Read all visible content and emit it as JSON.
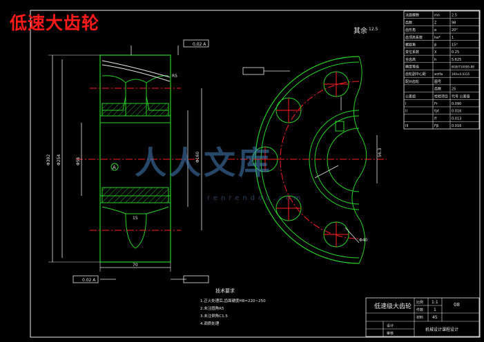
{
  "title": "低速大齿轮",
  "surface_finish_label": "其余",
  "surface_finish_value": "12.5",
  "params_table": [
    [
      "法面模数",
      "mn",
      "2.5"
    ],
    [
      "齿数",
      "Z",
      "98"
    ],
    [
      "齿形角",
      "α",
      "20°"
    ],
    [
      "齿顶高系数",
      "ha*",
      "1"
    ],
    [
      "螺旋角",
      "β",
      "15°"
    ],
    [
      "变位系数",
      "X",
      "0.25"
    ],
    [
      "全齿高",
      "h",
      "5.625"
    ],
    [
      "精度等级",
      "",
      "8GB/T10095-88"
    ],
    [
      "齿轮副中心距",
      "a±fa",
      "160±0.0315"
    ],
    [
      "配对齿轮",
      "图号",
      ""
    ],
    [
      "",
      "齿数",
      "25"
    ],
    [
      "公差组",
      "检验项目",
      "代号 公差值"
    ],
    [
      "I",
      "Fr",
      "0.090"
    ],
    [
      "II",
      "fpt",
      "0.016"
    ],
    [
      "",
      "ff",
      "0.013"
    ],
    [
      "III",
      "Fβ",
      "0.016"
    ]
  ],
  "tech_req": {
    "heading": "技术要求",
    "lines": [
      "1.正火处理后,齿面硬度HB=220~250",
      "2.未注圆角R5",
      "3.未注倒角C1.5",
      "4.调质处理"
    ]
  },
  "title_block": {
    "name": "低速级大齿轮",
    "scale_label": "比例",
    "scale_value": "1:1",
    "count_label": "件数",
    "count_value": "1",
    "material_label": "材料",
    "material_value": "45",
    "sheet_no": "08",
    "designer_label": "设计",
    "checker_label": "审核",
    "school": "机械设计课程设计"
  },
  "dims": {
    "d1": "Φ392",
    "d2": "Φ254",
    "d3": "Φ56",
    "d4": "Φ160",
    "w1": "70",
    "w2": "15",
    "tol1": "0.02 A",
    "tol2": "0.02 A",
    "datum": "A",
    "r1": "R5",
    "kw": "56.3",
    "hole": "Φ40"
  },
  "watermark": "人人文库",
  "watermark_sub": "renrendoc.com",
  "colors": {
    "background": "#000000",
    "geometry": "#2ad32a",
    "centerline": "#ff2020",
    "dimension": "#e8e8e8",
    "title": "#ff1a1a"
  }
}
